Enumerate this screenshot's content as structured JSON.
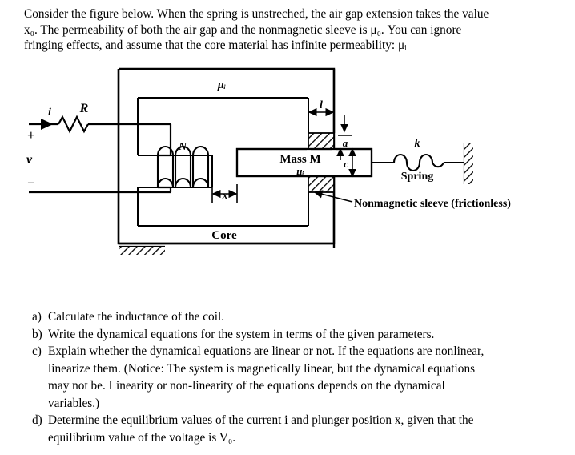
{
  "intro": {
    "lines": [
      "Consider the figure below. When the spring is unstreched, the air gap extension takes the value",
      "x₀. The permeability of both the air gap and the nonmagnetic sleeve is μ₀. You can ignore",
      "fringing effects, and assume that the core material has infinite permeability: μᵢ"
    ],
    "full_text": "Consider the figure below. When the spring is unstreched, the air gap extension takes the value x0. The permeability of both the air gap and the nonmagnetic sleeve is μ0. You can ignore fringing effects, and assume that the core material has infinite permeability: μi"
  },
  "figure": {
    "labels": {
      "current": "i",
      "resistor": "R",
      "voltage": "v",
      "plus": "+",
      "minus": "−",
      "turns": "N",
      "core": "Core",
      "core_permeability": "μᵢ",
      "mass": "Mass M",
      "mass_permeability": "μᵢ",
      "gap_length": "l",
      "dim_a": "a",
      "dim_c": "c",
      "displacement": "x",
      "spring_constant": "k",
      "spring": "Spring",
      "sleeve_caption": "Nonmagnetic sleeve (frictionless)"
    }
  },
  "questions": [
    {
      "marker": "a)",
      "lines": [
        "Calculate the inductance of the coil."
      ]
    },
    {
      "marker": "b)",
      "lines": [
        "Write the dynamical equations for the system in terms of the given parameters."
      ]
    },
    {
      "marker": "c)",
      "lines": [
        "Explain whether the dynamical equations are linear or not. If the equations are nonlinear,",
        "linearize them. (Notice: The system is magnetically linear, but the dynamical equations",
        "may not be. Linearity or non-linearity of the equations depends on the dynamical",
        "variables.)"
      ]
    },
    {
      "marker": "d)",
      "lines": [
        "Determine the equilibrium values of the current i and plunger position x, given that the",
        "equilibrium value of the voltage is V₀."
      ]
    }
  ],
  "colors": {
    "ink": "#000000",
    "paper": "#ffffff"
  }
}
